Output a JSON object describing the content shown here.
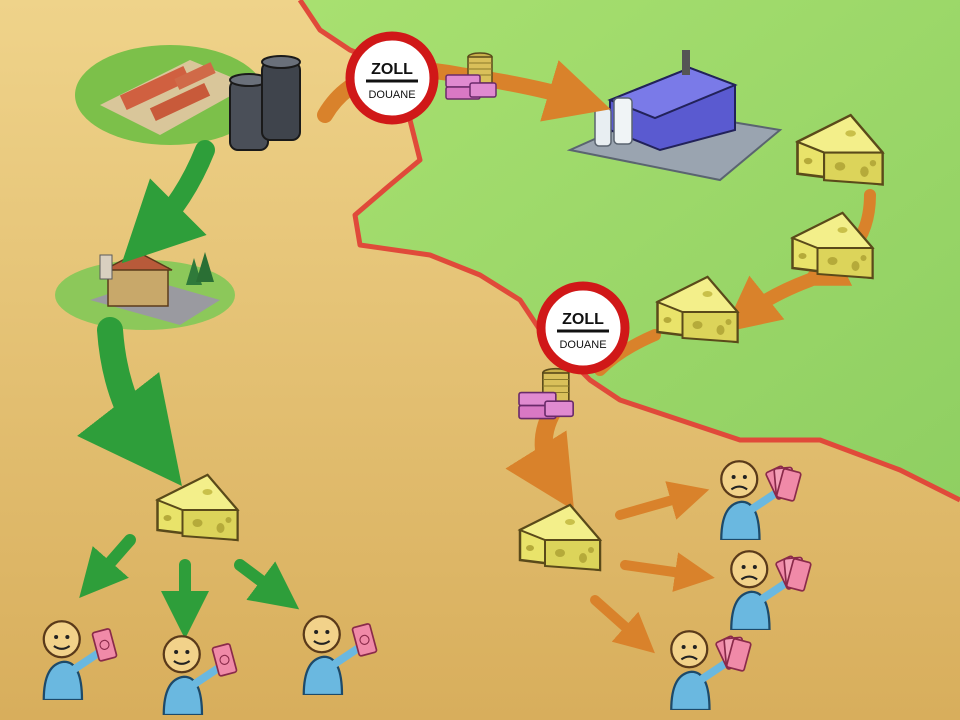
{
  "scene": {
    "colors": {
      "left_country": "#e6c173",
      "right_country": "#9fd96a",
      "border_line": "#e04a3a",
      "cheese": "#e9e36a",
      "green_arrow": "#2e9e3a",
      "orange_arrow": "#d9822b",
      "customs_ring": "#d01818",
      "banknote": "#f08aa8"
    },
    "customs_signs": [
      {
        "top": "ZOLL",
        "bottom": "DOUANE"
      },
      {
        "top": "ZOLL",
        "bottom": "DOUANE"
      }
    ]
  }
}
